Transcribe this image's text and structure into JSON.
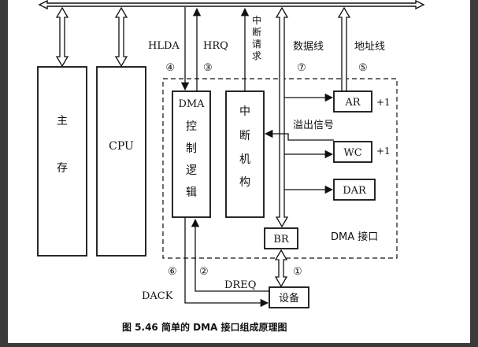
{
  "blocks": {
    "main_memory": [
      "主",
      "存"
    ],
    "cpu": "CPU",
    "dma_control": [
      "DMA",
      "控",
      "制",
      "逻",
      "辑"
    ],
    "interrupt_unit": [
      "中",
      "断",
      "机",
      "构"
    ],
    "ar": "AR",
    "wc": "WC",
    "dar": "DAR",
    "br": "BR",
    "device": "设备",
    "dma_interface": "DMA 接口"
  },
  "signals": {
    "hlda": "HLDA",
    "hrq": "HRQ",
    "interrupt_request": [
      "中",
      "断",
      "请",
      "求"
    ],
    "data_line": "数据线",
    "address_line": "地址线",
    "overflow_signal": "溢出信号",
    "ar_increment": "+1",
    "wc_increment": "+1",
    "dack": "DACK",
    "dreq": "DREQ"
  },
  "markers": {
    "m4": "④",
    "m3": "③",
    "m7": "⑦",
    "m5": "⑤",
    "m6": "⑥",
    "m2": "②",
    "m1": "①"
  },
  "caption": "图 5.46  简单的 DMA 接口组成原理图"
}
